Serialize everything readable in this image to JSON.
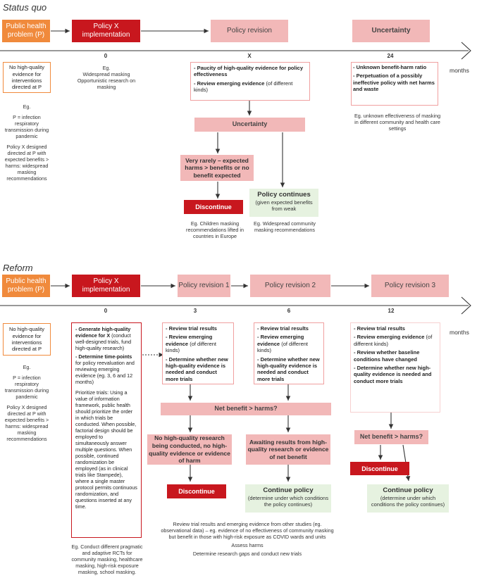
{
  "status_quo": {
    "title": "Status quo",
    "public_health": "Public health problem (P)",
    "policy_x": "Policy X implementation",
    "policy_revision": "Policy revision",
    "uncertainty_top": "Uncertainty",
    "ticks": [
      "0",
      "X",
      "24"
    ],
    "months": "months",
    "no_evidence": "No high-quality evidence for interventions directed at P",
    "eg_left": "Eg.",
    "p_def": "P = infection respiratory transmission during pandemic",
    "x_def": "Policy X designed directed at P with expected benefits > harms: widespread masking recommendations",
    "eg_masking_1": "Eg.",
    "eg_masking_2": "Widespread masking",
    "eg_masking_3": "Opportunistic research on masking",
    "revision_bullet_1": "- Paucity of high-quality evidence for policy effectiveness",
    "revision_bullet_2_bold": "- Review emerging evidence",
    "revision_bullet_2_rest": " (of different kinds)",
    "uncert_bullet_1": "- Unknown benefit-harm ratio",
    "uncert_bullet_2": "- Perpetuation of a possibly ineffective policy with net harms and waste",
    "uncert_eg": "Eg. unknown effectiveness of masking in different community and health care settings",
    "uncertainty_mid": "Uncertainty",
    "very_rarely": "Very rarely – expected harms > benefits or no benefit expected",
    "discontinue": "Discontinue",
    "policy_continues": "Policy continues",
    "policy_continues_sub": "(given expected benefits from weak",
    "eg_children": "Eg. Children masking recommendations lifted in countries in Europe",
    "eg_widespread": "Eg. Widespread community masking recommendations"
  },
  "reform": {
    "title": "Reform",
    "public_health": "Public health problem (P)",
    "policy_x": "Policy X implementation",
    "revision_1": "Policy revision 1",
    "revision_2": "Policy revision 2",
    "revision_3": "Policy revision 3",
    "ticks": [
      "0",
      "3",
      "6",
      "12"
    ],
    "months": "months",
    "no_evidence": "No high-quality evidence for interventions directed at P",
    "eg_left": "Eg.",
    "p_def": "P = infection respiratory transmission during pandemic",
    "x_def": "Policy X designed directed at P with expected benefits > harms: widespread masking recommendations",
    "gen_bold": "- Generate high-quality evidence for X",
    "gen_rest": " (conduct well-designed trials, fund high-quality research)",
    "det_bold": "- Determine time-points",
    "det_rest": " for policy reevaluation and reviewing emerging evidence (eg. 3, 6 and 12 months)",
    "prioritize": "Prioritize trials: Using a value of information framework, public health should prioritize the order in which trials be conducted. When possible, factorial design should be employed to simultaneously answer multiple questions. When possible, continued randomization be employed (as in clinical trials like Stampede), where a single master protocol permits continuous randomization, and questions inserted at any time.",
    "eg_rcts": "Eg. Conduct different pragmatic and adaptive RCTs for community masking, healthcare masking, high-risk exposure masking, school masking.",
    "r1_a": "- Review trial results",
    "r1_b_bold": "- Review emerging evidence",
    "r1_b_rest": " (of different kinds)",
    "r1_c": "- Determine whether new high-quality evidence is needed and conduct more trials",
    "r2_a": "- Review trial results",
    "r2_b_bold": "- Review emerging evidence",
    "r2_b_rest": " (of different kinds)",
    "r2_c": "- Determine whether new high-quality evidence is needed and conduct more trials",
    "r3_a": "- Review trial results",
    "r3_b_bold": "- Review emerging evidence",
    "r3_b_rest": " (of different kinds)",
    "r3_c": "- Review whether baseline conditions have changed",
    "r3_d": "- Determine whether new high-quality evidence is needed and conduct more trials",
    "net_benefit": "Net benefit > harms?",
    "net_benefit_3": "Net benefit > harms?",
    "no_research": "No high-quality research being conducted, no high-quality evidence or evidence of harm",
    "awaiting": "Awaiting results from high-quality research or evidence of net benefit",
    "discontinue": "Discontinue",
    "discontinue_3": "Discontinue",
    "continue": "Continue policy",
    "continue_sub": "(determine under which conditions the policy continues)",
    "continue_3": "Continue policy",
    "continue_3_sub": "(determine under which conditions the policy continues)",
    "review_note": "Review trial results and emerging evidence from other studies (eg. observational data) – eg. evidence of no effectiveness of community masking but benefit in those with high-risk exposure as COVID wards and units",
    "assess": "Assess harms",
    "gaps": "Determine research gaps and conduct new trials"
  }
}
